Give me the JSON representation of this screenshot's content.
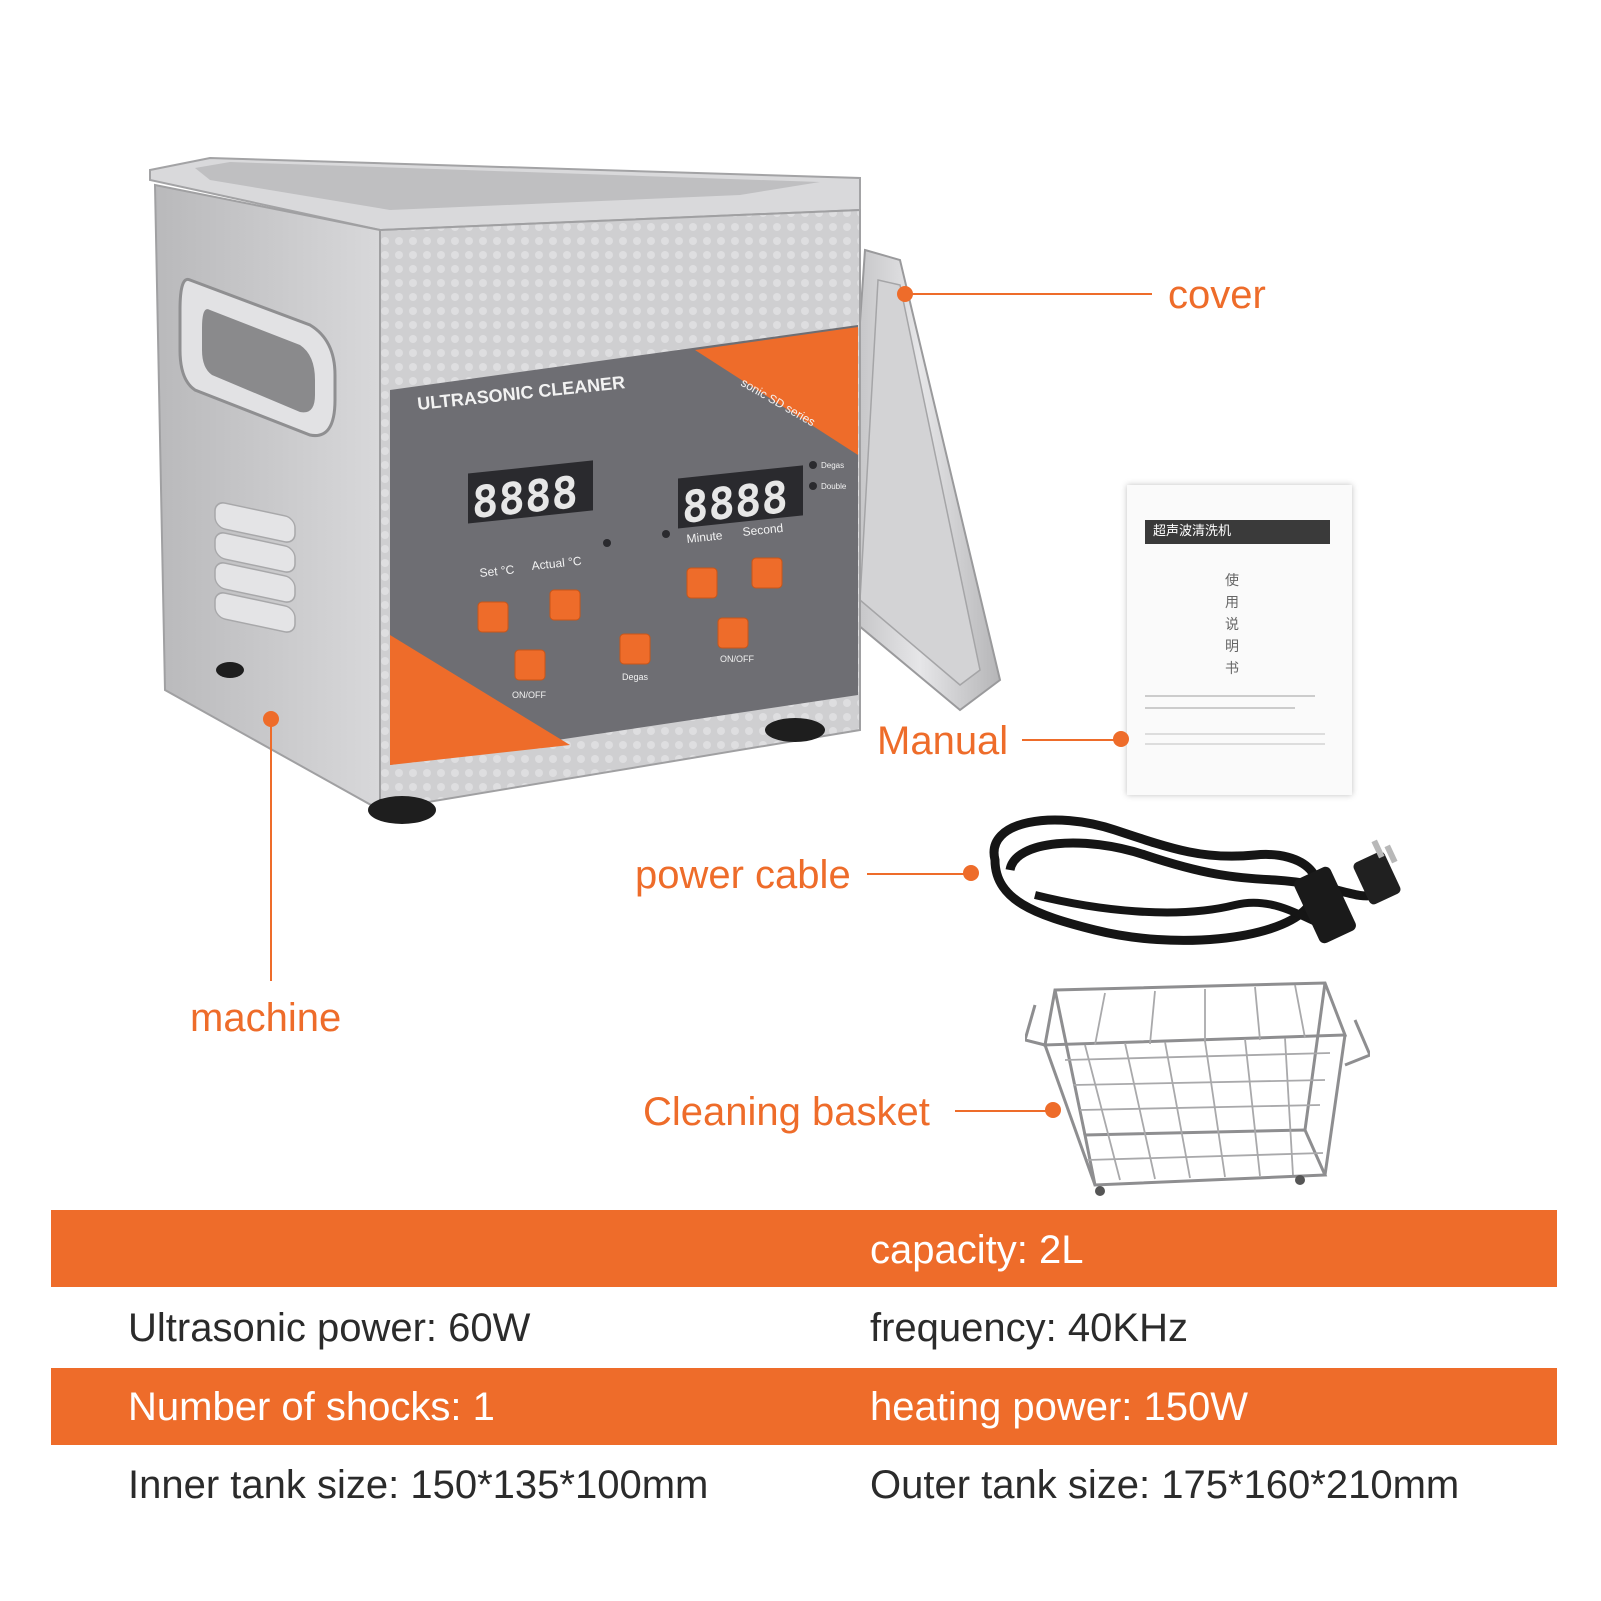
{
  "colors": {
    "accent": "#ee6c2a",
    "panel": "#6e6e73",
    "steel": "#c9c9cb",
    "text_dark": "#2b2b2b"
  },
  "device": {
    "panel_title": "ULTRASONIC CLEANER",
    "series_label": "sonic SD series",
    "display_left_labels": [
      "Set °C",
      "Actual °C"
    ],
    "display_right_labels": [
      "Minute",
      "Second"
    ],
    "digits_left": "8888",
    "digits_right": "8888",
    "indicator_labels": [
      "Degas",
      "Double"
    ],
    "button_labels": [
      "ON/OFF",
      "Degas",
      "ON/OFF"
    ]
  },
  "callouts": {
    "cover": "cover",
    "manual": "Manual",
    "power_cable": "power cable",
    "machine": "machine",
    "basket": "Cleaning basket"
  },
  "manual_booklet": {
    "header": "超声波清洗机",
    "subtitle": "使用说明书"
  },
  "specs": {
    "row1": {
      "left": "",
      "right": "capacity: 2L"
    },
    "row2": {
      "left": "Ultrasonic power: 60W",
      "right": "frequency: 40KHz"
    },
    "row3": {
      "left": "Number of shocks: 1",
      "right": "heating power: 150W"
    },
    "row4": {
      "left": "Inner tank size: 150*135*100mm",
      "right": "Outer tank size: 175*160*210mm"
    }
  }
}
